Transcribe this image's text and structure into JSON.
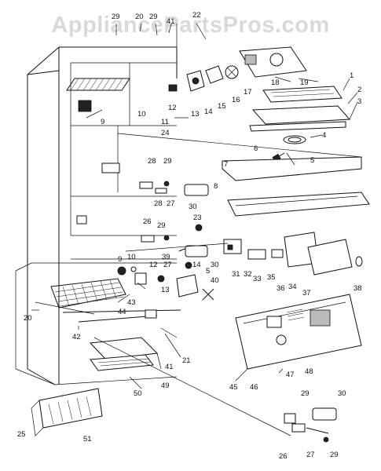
{
  "watermark": "AppliancePartsPros.com",
  "callouts": [
    {
      "id": "c1",
      "text": "29"
    },
    {
      "id": "c2",
      "text": "20"
    },
    {
      "id": "c3",
      "text": "29"
    },
    {
      "id": "c4",
      "text": "41"
    },
    {
      "id": "c5",
      "text": "22"
    },
    {
      "id": "c6",
      "text": "18"
    },
    {
      "id": "c7",
      "text": "19"
    },
    {
      "id": "c8",
      "text": "1"
    },
    {
      "id": "c9",
      "text": "2"
    },
    {
      "id": "c10",
      "text": "3"
    },
    {
      "id": "c11",
      "text": "17"
    },
    {
      "id": "c12",
      "text": "16"
    },
    {
      "id": "c13",
      "text": "15"
    },
    {
      "id": "c14",
      "text": "14"
    },
    {
      "id": "c15",
      "text": "13"
    },
    {
      "id": "c16",
      "text": "12"
    },
    {
      "id": "c17",
      "text": "11"
    },
    {
      "id": "c18",
      "text": "10"
    },
    {
      "id": "c19",
      "text": "9"
    },
    {
      "id": "c20",
      "text": "24"
    },
    {
      "id": "c21",
      "text": "4"
    },
    {
      "id": "c22",
      "text": "6"
    },
    {
      "id": "c23",
      "text": "5"
    },
    {
      "id": "c24",
      "text": "7"
    },
    {
      "id": "c25",
      "text": "8"
    },
    {
      "id": "c26",
      "text": "28"
    },
    {
      "id": "c27",
      "text": "29"
    },
    {
      "id": "c28",
      "text": "28"
    },
    {
      "id": "c29",
      "text": "27"
    },
    {
      "id": "c30",
      "text": "30"
    },
    {
      "id": "c31",
      "text": "23"
    },
    {
      "id": "c32",
      "text": "26"
    },
    {
      "id": "c33",
      "text": "29"
    },
    {
      "id": "c34",
      "text": "27"
    },
    {
      "id": "c35",
      "text": "30"
    },
    {
      "id": "c36",
      "text": "31"
    },
    {
      "id": "c37",
      "text": "32"
    },
    {
      "id": "c38",
      "text": "33"
    },
    {
      "id": "c39",
      "text": "35"
    },
    {
      "id": "c40",
      "text": "36"
    },
    {
      "id": "c41",
      "text": "34"
    },
    {
      "id": "c42",
      "text": "37"
    },
    {
      "id": "c43",
      "text": "38"
    },
    {
      "id": "c44",
      "text": "9"
    },
    {
      "id": "c45",
      "text": "10"
    },
    {
      "id": "c46",
      "text": "12"
    },
    {
      "id": "c47",
      "text": "39"
    },
    {
      "id": "c48",
      "text": "14"
    },
    {
      "id": "c49",
      "text": "5"
    },
    {
      "id": "c50",
      "text": "40"
    },
    {
      "id": "c51",
      "text": "13"
    },
    {
      "id": "c52",
      "text": "43"
    },
    {
      "id": "c53",
      "text": "44"
    },
    {
      "id": "c54",
      "text": "20"
    },
    {
      "id": "c55",
      "text": "42"
    },
    {
      "id": "c56",
      "text": "41"
    },
    {
      "id": "c57",
      "text": "21"
    },
    {
      "id": "c58",
      "text": "49"
    },
    {
      "id": "c59",
      "text": "50"
    },
    {
      "id": "c60",
      "text": "45"
    },
    {
      "id": "c61",
      "text": "46"
    },
    {
      "id": "c62",
      "text": "47"
    },
    {
      "id": "c63",
      "text": "48"
    },
    {
      "id": "c64",
      "text": "25"
    },
    {
      "id": "c65",
      "text": "51"
    },
    {
      "id": "c66",
      "text": "29"
    },
    {
      "id": "c67",
      "text": "30"
    },
    {
      "id": "c68",
      "text": "26"
    },
    {
      "id": "c69",
      "text": "27"
    },
    {
      "id": "c70",
      "text": "29"
    }
  ]
}
